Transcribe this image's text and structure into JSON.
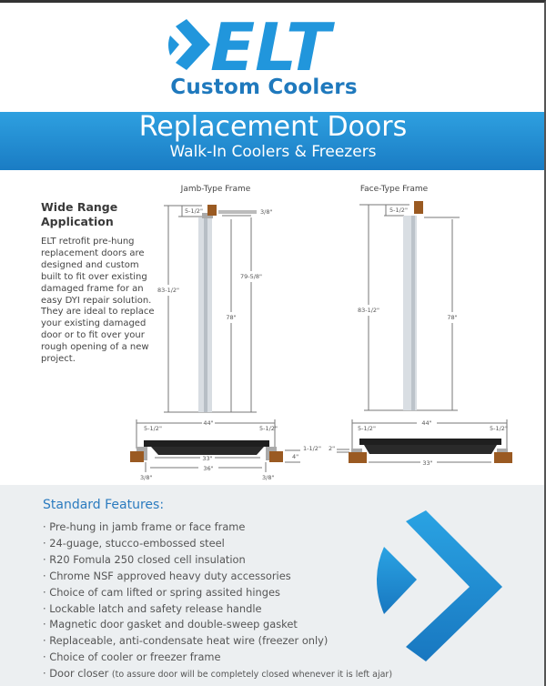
{
  "logo": {
    "wordmark": "ELT",
    "subtitle": "Custom Coolers",
    "brand_color": "#2196dc"
  },
  "banner": {
    "title": "Replacement Doors",
    "subtitle": "Walk-In Coolers & Freezers",
    "color": "#1f8fd6"
  },
  "intro": {
    "heading": "Wide Range Application",
    "body": "ELT retrofit pre-hung replacement doors are designed and custom built to fit over existing damaged frame for an easy DYI repair solution. They are ideal to replace your existing damaged door or to fit over your rough opening of a new project."
  },
  "jamb_diagram": {
    "title": "Jamb-Type Frame",
    "dims": {
      "top_gap": "5-1/2\"",
      "jamb_thickness": "3/8\"",
      "overall_height": "83-1/2\"",
      "opening_height": "78\"",
      "frame_height": "79-5/8\"",
      "overall_width": "44\"",
      "left_overlap": "5-1/2\"",
      "right_overlap": "5-1/2\"",
      "opening_width": "33\"",
      "frame_width": "36\"",
      "left_jamb": "3/8\"",
      "right_jamb": "3/8\"",
      "wall_depth": "4\"",
      "frame_depth": "1-1/2\"",
      "door_depth": "2\""
    }
  },
  "face_diagram": {
    "title": "Face-Type Frame",
    "dims": {
      "top_gap": "5-1/2\"",
      "overall_height": "83-1/2\"",
      "opening_height": "78\"",
      "overall_width": "44\"",
      "left_overlap": "5-1/2\"",
      "right_overlap": "5-1/2\"",
      "opening_width": "33\""
    }
  },
  "features": {
    "heading": "Standard Features:",
    "items": [
      {
        "text": "Pre-hung in jamb frame or face frame",
        "note": ""
      },
      {
        "text": "24-guage, stucco-embossed steel",
        "note": ""
      },
      {
        "text": "R20 Fomula 250 closed cell insulation",
        "note": ""
      },
      {
        "text": "Chrome NSF approved heavy duty accessories",
        "note": ""
      },
      {
        "text": "Choice of cam lifted or spring assited hinges",
        "note": ""
      },
      {
        "text": "Lockable latch and safety release handle",
        "note": ""
      },
      {
        "text": "Magnetic door gasket and double-sweep gasket",
        "note": ""
      },
      {
        "text": "Replaceable, anti-condensate heat wire (freezer only)",
        "note": ""
      },
      {
        "text": "Choice of cooler or freezer frame",
        "note": ""
      },
      {
        "text": "Door closer",
        "note": "(to assure door will be completely closed whenever it is left ajar)"
      }
    ]
  }
}
